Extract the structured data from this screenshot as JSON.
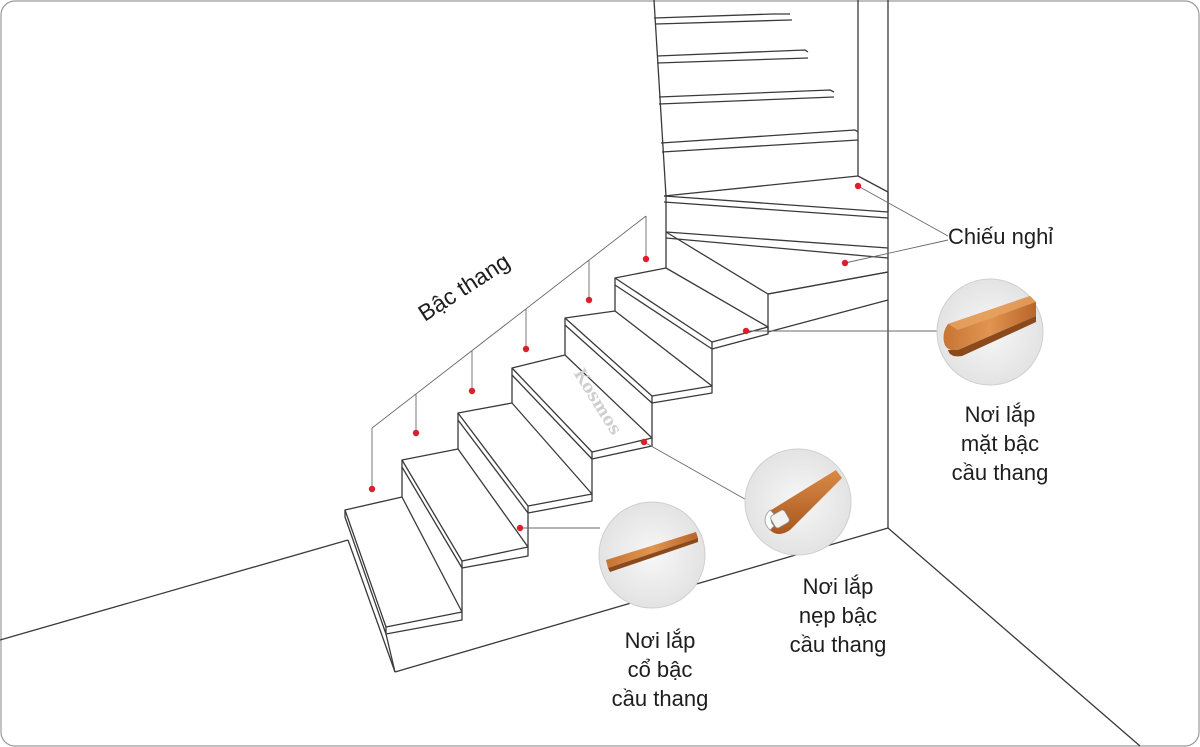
{
  "labels": {
    "steps": "Bậc thang",
    "landing": "Chiếu nghỉ",
    "tread_site": [
      "Nơi lắp",
      "mặt bậc",
      "cầu thang"
    ],
    "nosing_site": [
      "Nơi lắp",
      "nẹp bậc",
      "cầu thang"
    ],
    "riser_site": [
      "Nơi lắp",
      "cổ bậc",
      "cầu thang"
    ]
  },
  "watermark": "Kosmos",
  "colors": {
    "line": "#3a3a3a",
    "marker": "#d9202c",
    "wood": "#b8692e",
    "wood_light": "#d98a45",
    "circle_bg": "#ececec"
  },
  "icons": [
    "tread-profile-icon",
    "nosing-profile-icon",
    "riser-profile-icon"
  ]
}
